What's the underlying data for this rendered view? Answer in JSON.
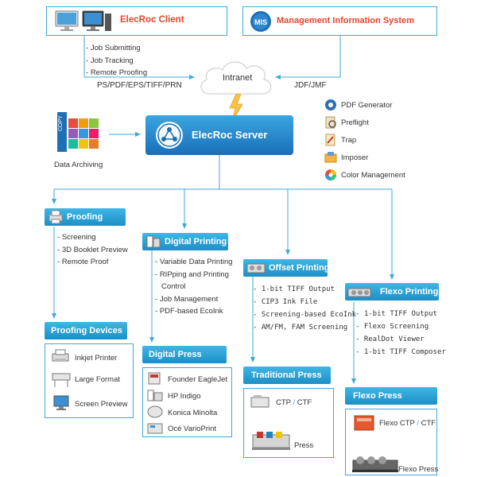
{
  "client": {
    "title": "ElecRoc Client",
    "features": [
      "Job Submitting",
      "Job Tracking",
      "Remote Proofing"
    ],
    "formats": "PS/PDF/EPS/TIFF/PRN"
  },
  "mis": {
    "badge": "MIS",
    "title": "Management Information System",
    "formats": "JDF/JMF"
  },
  "intranet": "Intranet",
  "server": {
    "title": "ElecRoc Server"
  },
  "archiving": {
    "label": "Data Archiving",
    "box_text": "COPY"
  },
  "tools": [
    "PDF Generator",
    "Preflight",
    "Trap",
    "Imposer",
    "Color Management"
  ],
  "proofing": {
    "title": "Proofing",
    "items": [
      "Screening",
      "3D Booklet Preview",
      "Remote Proof"
    ],
    "devices_title": "Proofing Devices",
    "devices": [
      "Inkjet Printer",
      "Large Format",
      "Screen Preview"
    ]
  },
  "digital": {
    "title": "Digital Printing",
    "items": [
      "Variable Data Printing",
      "RIPping and Printing",
      "Control",
      "Job Management",
      "PDF-based EcoInk"
    ],
    "press_title": "Digital Press",
    "press": [
      "Founder EagleJet",
      "HP Indigo",
      "Konica Minolta",
      "Océ VarioPrint"
    ]
  },
  "offset": {
    "title": "Offset Printing",
    "items": [
      "1-bit TIFF Output",
      "CIP3 Ink File",
      "Screening-based EcoInk",
      "AM/FM, FAM Screening"
    ],
    "press_title": "Traditional Press",
    "press": [
      "CTP",
      "CTF",
      "Press"
    ]
  },
  "flexo": {
    "title": "Flexo Printing",
    "items": [
      "1-bit TIFF Output",
      "Flexo Screening",
      "RealDot Viewer",
      "1-bit TIFF Composer"
    ],
    "press_title": "Flexo Press",
    "press": [
      "Flexo CTP",
      "CTF",
      "Flexo Press"
    ]
  },
  "colors": {
    "accent": "#3fa9d8",
    "title_red": "#e8452c",
    "bar_blue": "#1d8fc4"
  }
}
